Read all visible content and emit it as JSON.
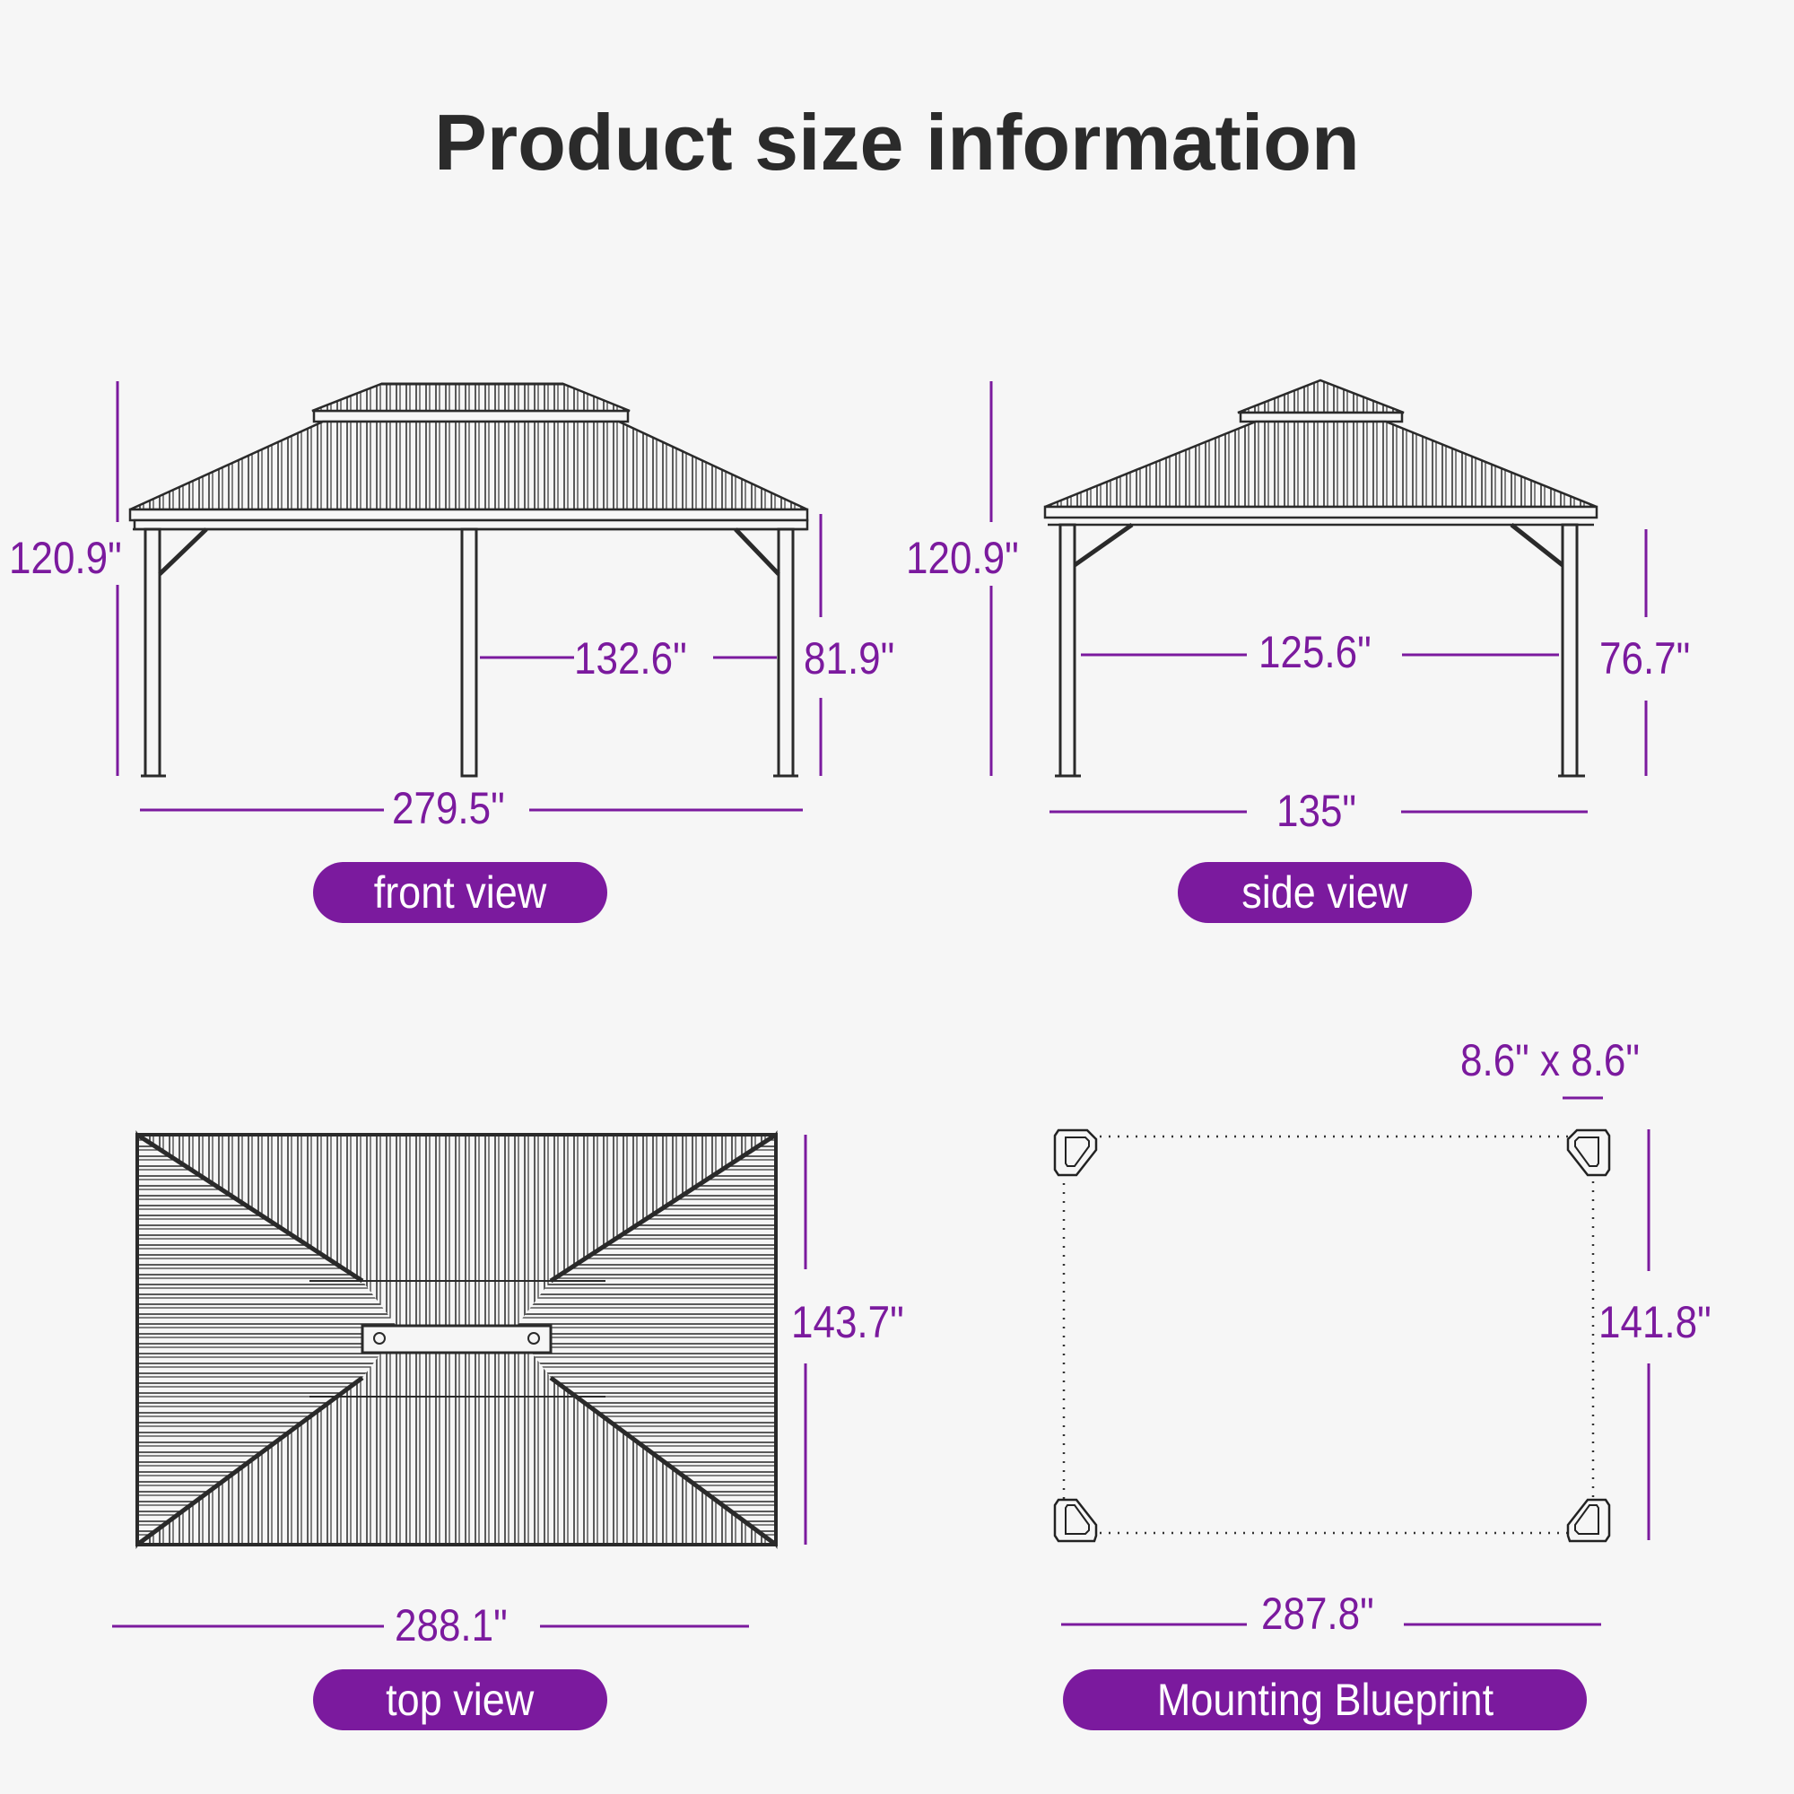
{
  "title": "Product size information",
  "accent_color": "#7b1a9e",
  "front_view": {
    "label": "front view",
    "total_height": "120.9\"",
    "leg_spacing": "132.6\"",
    "clearance_height": "81.9\"",
    "total_width": "279.5\""
  },
  "side_view": {
    "label": "side view",
    "total_height": "120.9\"",
    "leg_spacing": "125.6\"",
    "clearance_height": "76.7\"",
    "total_width": "135\""
  },
  "top_view": {
    "label": "top view",
    "depth": "143.7\"",
    "width": "288.1\""
  },
  "mounting_blueprint": {
    "label": "Mounting Blueprint",
    "base_plate_size": "8.6\" x 8.6\"",
    "depth": "141.8\"",
    "width": "287.8\""
  }
}
